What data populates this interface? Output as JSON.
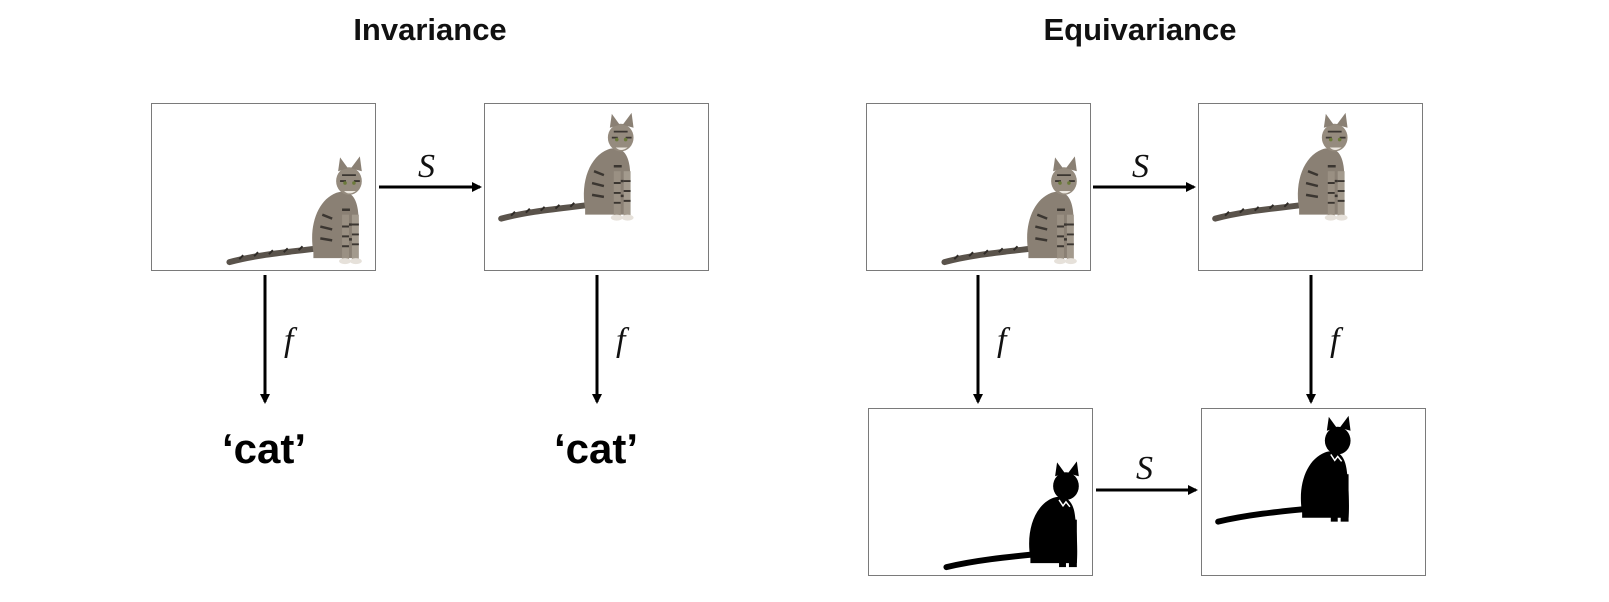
{
  "sections": {
    "invariance": {
      "title": "Invariance"
    },
    "equivariance": {
      "title": "Equivariance"
    }
  },
  "labels": {
    "transform": "S",
    "function": "f"
  },
  "invariance_output": "‘cat’",
  "colors": {
    "border": "#7a7a7a",
    "arrow": "#000000",
    "cat_body": "#7d7468",
    "cat_stripe": "#3b3631",
    "silhouette": "#000000"
  },
  "icons": {
    "cat_photo": "cat-photo-icon",
    "cat_silhouette": "cat-silhouette-icon"
  }
}
